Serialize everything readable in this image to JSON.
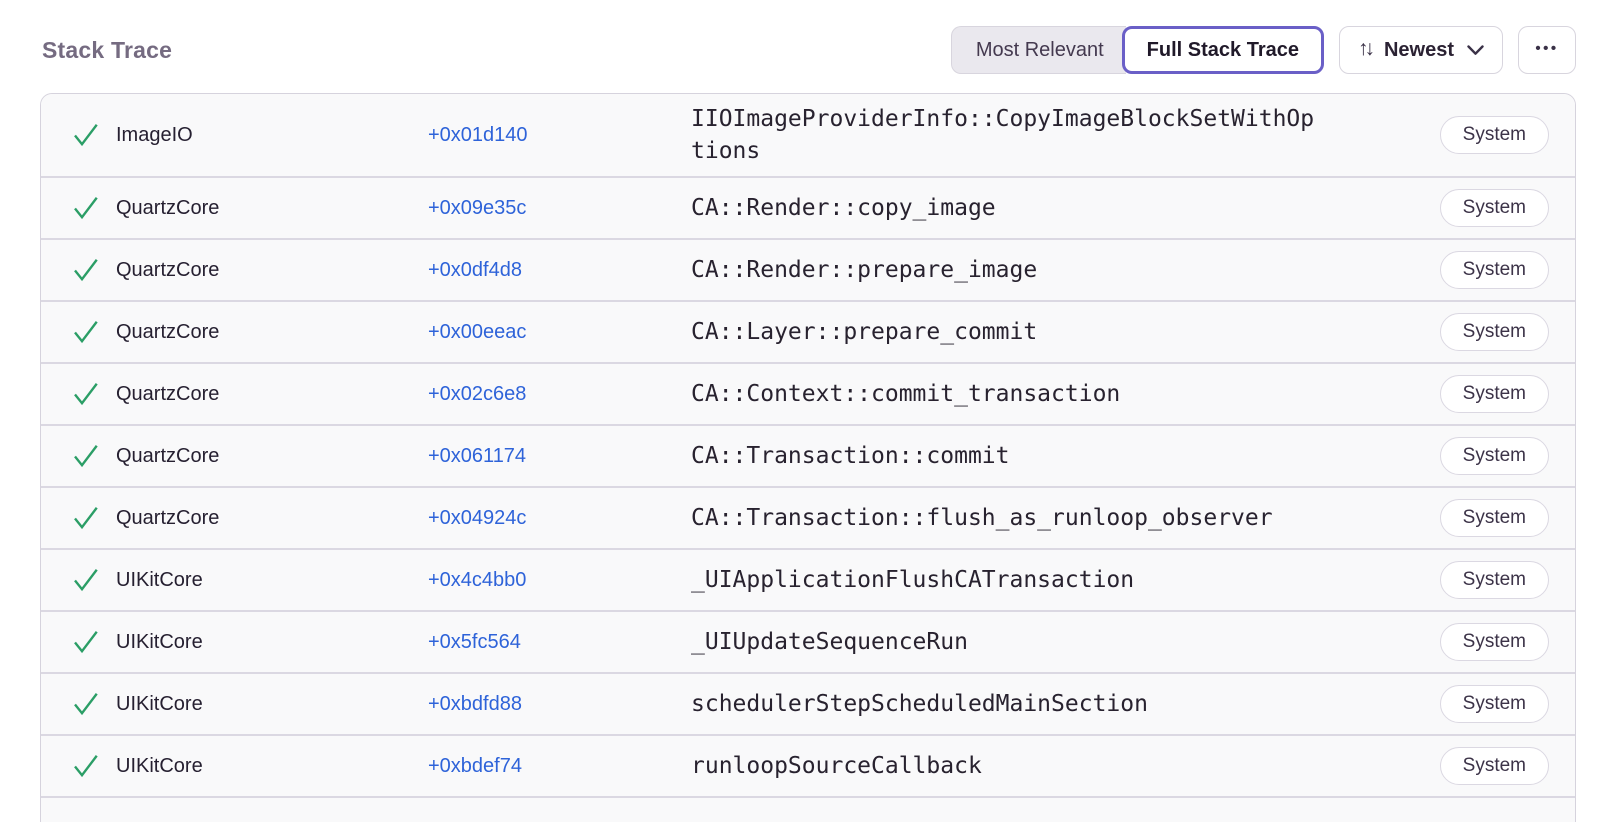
{
  "header": {
    "title": "Stack Trace",
    "view_toggle": {
      "most_relevant_label": "Most Relevant",
      "full_stack_trace_label": "Full Stack Trace",
      "selected": "Full Stack Trace"
    },
    "sort_button": {
      "label": "Newest"
    },
    "icons": {
      "sort": "↑↓",
      "ellipsis": "•••"
    }
  },
  "colors": {
    "accent_purple": "#6a5fc7",
    "link_blue": "#2e63d9",
    "check_green": "#2b9e66",
    "title_gray": "#756b81",
    "row_background": "#f9f9fa"
  },
  "stack_trace": {
    "frames": [
      {
        "module": "ImageIO",
        "address": "+0x01d140",
        "function": "IIOImageProviderInfo::CopyImageBlockSetWithOptions",
        "badge": "System"
      },
      {
        "module": "QuartzCore",
        "address": "+0x09e35c",
        "function": "CA::Render::copy_image",
        "badge": "System"
      },
      {
        "module": "QuartzCore",
        "address": "+0x0df4d8",
        "function": "CA::Render::prepare_image",
        "badge": "System"
      },
      {
        "module": "QuartzCore",
        "address": "+0x00eeac",
        "function": "CA::Layer::prepare_commit",
        "badge": "System"
      },
      {
        "module": "QuartzCore",
        "address": "+0x02c6e8",
        "function": "CA::Context::commit_transaction",
        "badge": "System"
      },
      {
        "module": "QuartzCore",
        "address": "+0x061174",
        "function": "CA::Transaction::commit",
        "badge": "System"
      },
      {
        "module": "QuartzCore",
        "address": "+0x04924c",
        "function": "CA::Transaction::flush_as_runloop_observer",
        "badge": "System"
      },
      {
        "module": "UIKitCore",
        "address": "+0x4c4bb0",
        "function": "_UIApplicationFlushCATransaction",
        "badge": "System"
      },
      {
        "module": "UIKitCore",
        "address": "+0x5fc564",
        "function": "_UIUpdateSequenceRun",
        "badge": "System"
      },
      {
        "module": "UIKitCore",
        "address": "+0xbdfd88",
        "function": "schedulerStepScheduledMainSection",
        "badge": "System"
      },
      {
        "module": "UIKitCore",
        "address": "+0xbdef74",
        "function": "runloopSourceCallback",
        "badge": "System"
      }
    ]
  }
}
